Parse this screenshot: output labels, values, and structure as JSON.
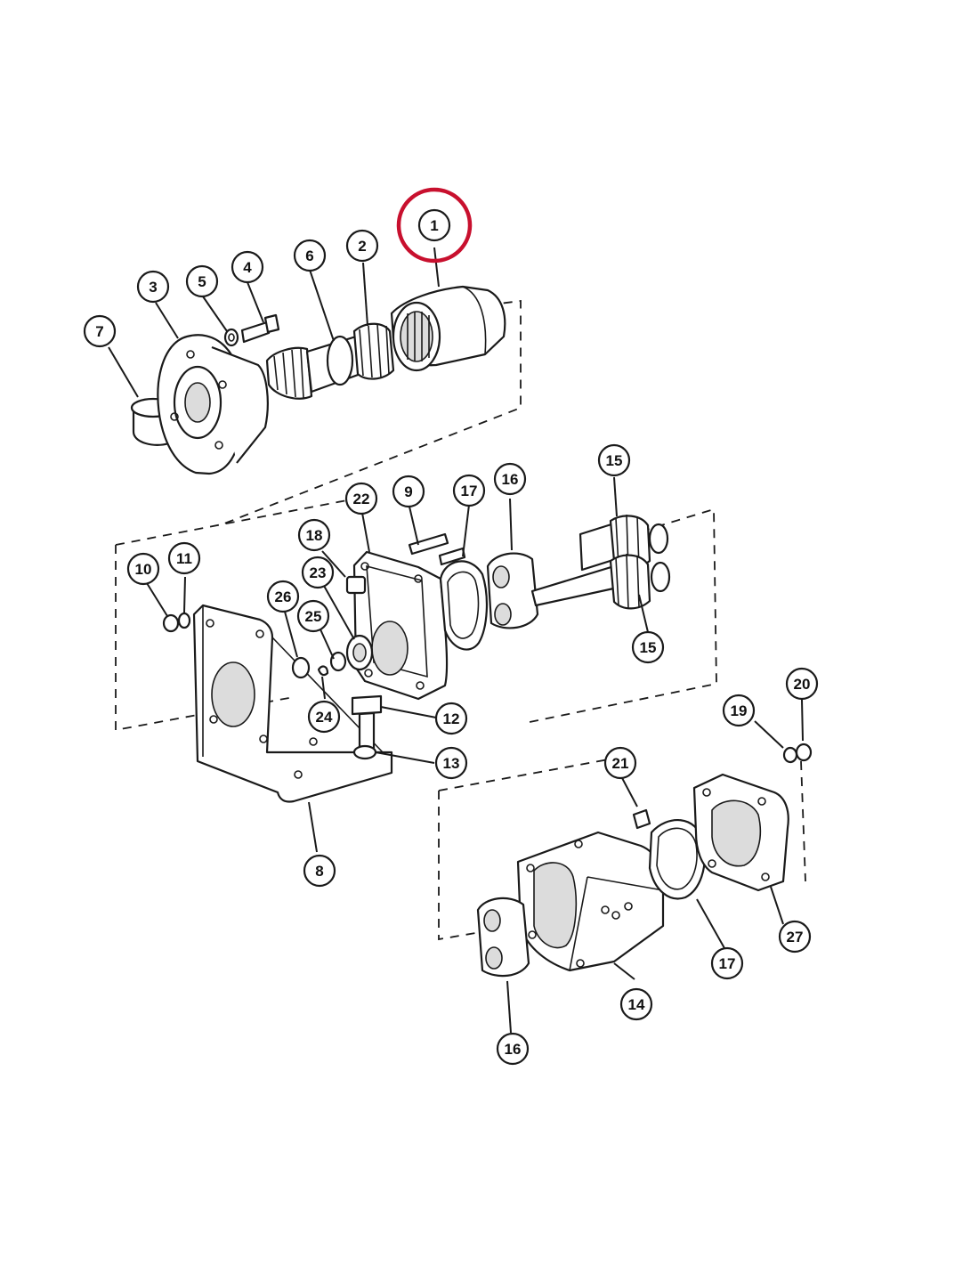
{
  "diagram": {
    "highlight_color": "#c8102e",
    "line_color": "#1a1a1a",
    "highlighted_callout": "1",
    "callouts": [
      {
        "id": "c1",
        "label": "1"
      },
      {
        "id": "c2",
        "label": "2"
      },
      {
        "id": "c3",
        "label": "3"
      },
      {
        "id": "c4",
        "label": "4"
      },
      {
        "id": "c5",
        "label": "5"
      },
      {
        "id": "c6",
        "label": "6"
      },
      {
        "id": "c7",
        "label": "7"
      },
      {
        "id": "c8",
        "label": "8"
      },
      {
        "id": "c9",
        "label": "9"
      },
      {
        "id": "c10",
        "label": "10"
      },
      {
        "id": "c11",
        "label": "11"
      },
      {
        "id": "c12",
        "label": "12"
      },
      {
        "id": "c13",
        "label": "13"
      },
      {
        "id": "c14",
        "label": "14"
      },
      {
        "id": "c15a",
        "label": "15"
      },
      {
        "id": "c15b",
        "label": "15"
      },
      {
        "id": "c16a",
        "label": "16"
      },
      {
        "id": "c16b",
        "label": "16"
      },
      {
        "id": "c17a",
        "label": "17"
      },
      {
        "id": "c17b",
        "label": "17"
      },
      {
        "id": "c18",
        "label": "18"
      },
      {
        "id": "c19",
        "label": "19"
      },
      {
        "id": "c20",
        "label": "20"
      },
      {
        "id": "c21",
        "label": "21"
      },
      {
        "id": "c22",
        "label": "22"
      },
      {
        "id": "c23",
        "label": "23"
      },
      {
        "id": "c24",
        "label": "24"
      },
      {
        "id": "c25",
        "label": "25"
      },
      {
        "id": "c26",
        "label": "26"
      },
      {
        "id": "c27",
        "label": "27"
      }
    ]
  }
}
